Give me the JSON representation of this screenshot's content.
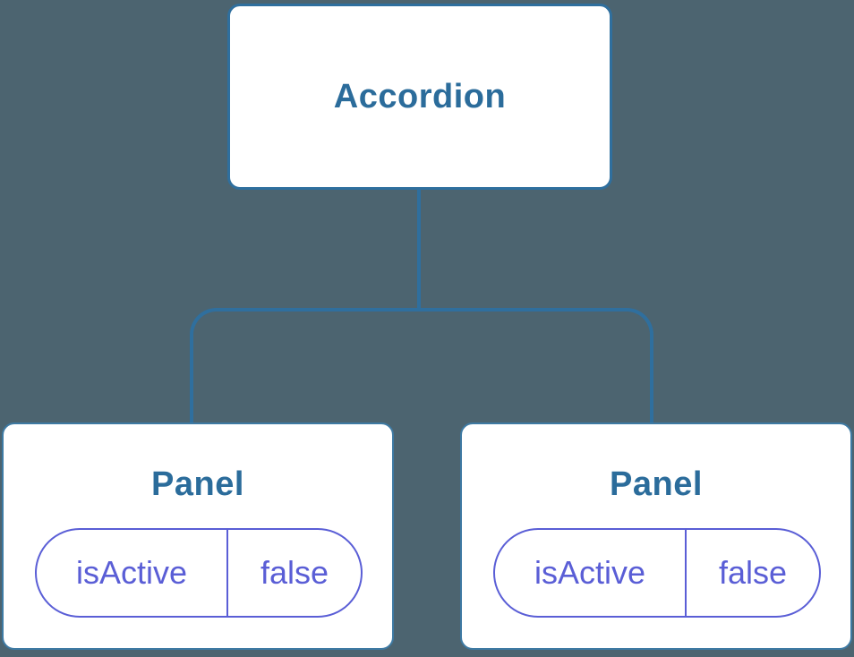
{
  "palette": {
    "background": "#4C6470",
    "connector_blue": "#2F6F9E",
    "node_border_blue": "#3E7AA3",
    "node_text_blue": "#2B6C9B",
    "prop_purple": "#5A5ED6",
    "node_background": "#FFFFFF"
  },
  "tree": {
    "root": {
      "label": "Accordion"
    },
    "children": [
      {
        "label": "Panel",
        "props": [
          {
            "name": "isActive",
            "value": "false"
          }
        ]
      },
      {
        "label": "Panel",
        "props": [
          {
            "name": "isActive",
            "value": "false"
          }
        ]
      }
    ]
  }
}
